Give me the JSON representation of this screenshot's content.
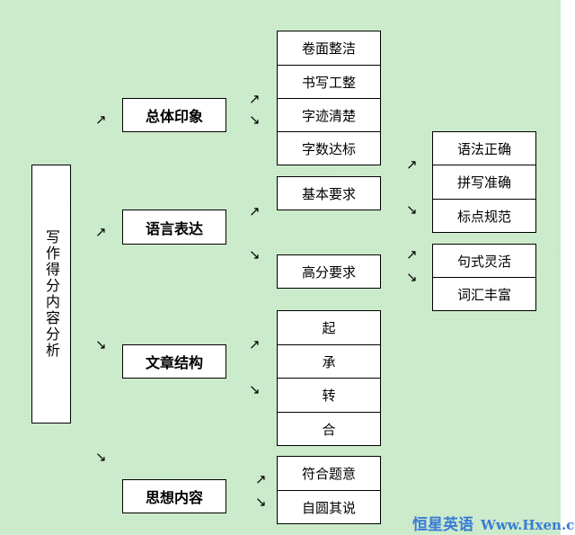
{
  "root": "写作得分内容分析",
  "categories": [
    {
      "label": "总体印象",
      "items": [
        "卷面整洁",
        "书写工整",
        "字迹清楚",
        "字数达标"
      ]
    },
    {
      "label": "语言表达",
      "items": [
        "基本要求",
        "高分要求"
      ],
      "basic": [
        "语法正确",
        "拼写准确",
        "标点规范"
      ],
      "advanced": [
        "句式灵活",
        "词汇丰富"
      ]
    },
    {
      "label": "文章结构",
      "items": [
        "起",
        "承",
        "转",
        "合"
      ]
    },
    {
      "label": "思想内容",
      "items": [
        "符合题意",
        "自圆其说"
      ]
    }
  ],
  "arrows": {
    "up": "↗",
    "down": "↘"
  },
  "watermark": {
    "cn": "恒星英语",
    "url": "Www.Hxen.com"
  }
}
